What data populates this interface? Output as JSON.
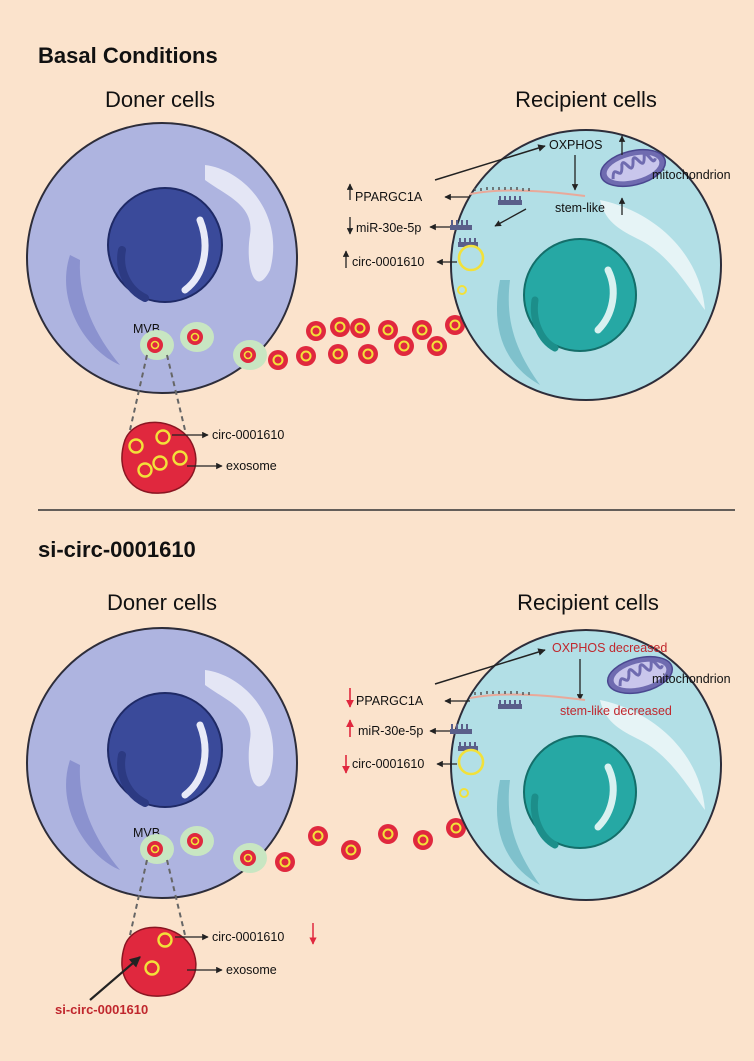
{
  "panels": [
    {
      "title": "Basal Conditions",
      "donor_heading": "Doner cells",
      "recipient_heading": "Recipient cells",
      "mvb_label": "MVB",
      "circ_label": "circ-0001610",
      "exosome_label": "exosome",
      "ppargc1a_label": "PPARGC1A",
      "mir_label": "miR-30e-5p",
      "circ_recipient_label": "circ-0001610",
      "oxphos_label": "OXPHOS",
      "stem_label": "stem-like",
      "mitochondrion_label": "mitochondrion",
      "sirna_label": ""
    },
    {
      "title": "si-circ-0001610",
      "donor_heading": "Doner cells",
      "recipient_heading": "Recipient cells",
      "mvb_label": "MVB",
      "circ_label": "circ-0001610",
      "exosome_label": "exosome",
      "ppargc1a_label": "PPARGC1A",
      "mir_label": "miR-30e-5p",
      "circ_recipient_label": "circ-0001610",
      "oxphos_label": "OXPHOS decreased",
      "stem_label": "stem-like decreased",
      "mitochondrion_label": "mitochondrion",
      "sirna_label": "si-circ-0001610"
    }
  ],
  "colors": {
    "background": "#fbe3cc",
    "donor_cell": "#aeb4e0",
    "donor_nucleus": "#3a4a9a",
    "recipient_cell": "#b2dfe6",
    "recipient_nucleus": "#26a8a4",
    "exosome": "#e0283e",
    "circ_ring": "#f2e13a",
    "up_down_arrow_basal": "#222222",
    "up_down_arrow_si": "#e0283e"
  }
}
